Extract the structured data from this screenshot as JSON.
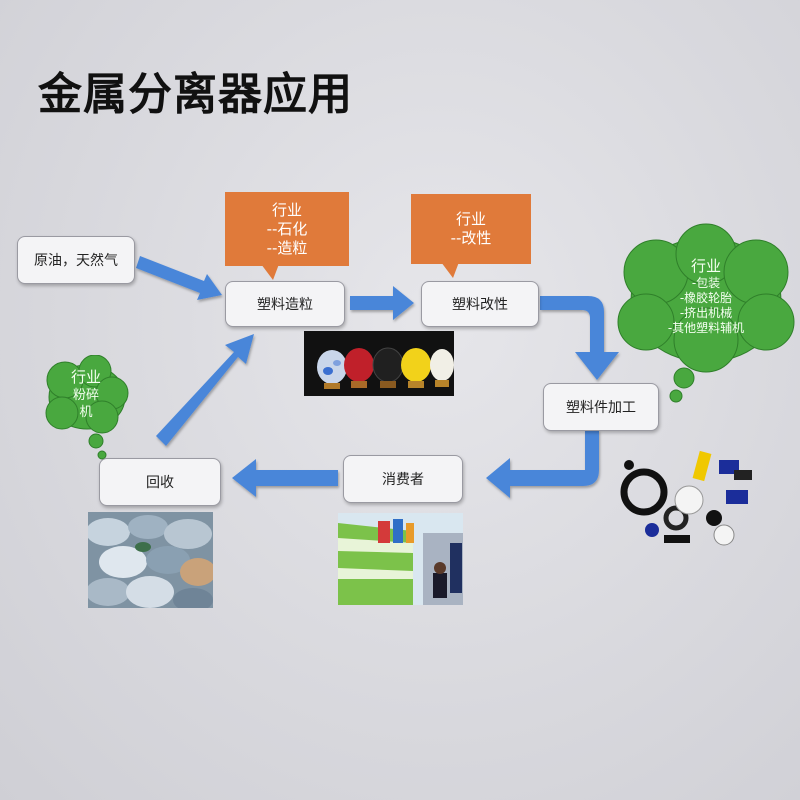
{
  "title": "金属分离器应用",
  "nodes": {
    "crude": "原油，天然气",
    "pellet": "塑料造粒",
    "modify": "塑料改性",
    "process": "塑料件加工",
    "consumer": "消费者",
    "recycle": "回收"
  },
  "callouts": {
    "pellet": {
      "heading": "行业",
      "items": [
        "--石化",
        "--造粒"
      ]
    },
    "modify": {
      "heading": "行业",
      "items": [
        "--改性"
      ]
    },
    "process": {
      "heading": "行业",
      "items": [
        "-包装",
        "-橡胶轮胎",
        "-挤出机械",
        "-其他塑料辅机"
      ]
    },
    "recycle": {
      "heading": "行业",
      "items": [
        "粉碎",
        "机"
      ]
    }
  },
  "colors": {
    "arrow": "#4a86d9",
    "orange_callout": "#e07a3a",
    "green_cloud": "#49a83f",
    "title": "#111111"
  }
}
